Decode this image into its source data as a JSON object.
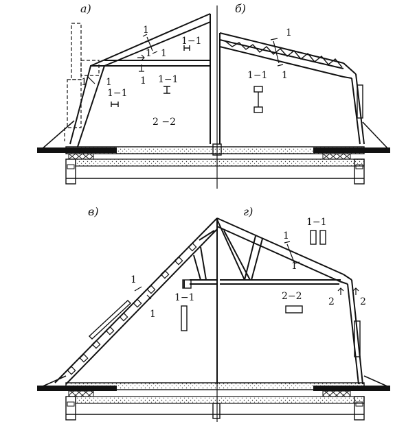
{
  "panels": {
    "a": "а)",
    "b": "б)",
    "v": "в)",
    "g": "г)"
  },
  "sections": {
    "s11": "1−1",
    "s22": "2 −2",
    "s22b": "2−2"
  },
  "marks": {
    "one": "1",
    "two": "2"
  }
}
